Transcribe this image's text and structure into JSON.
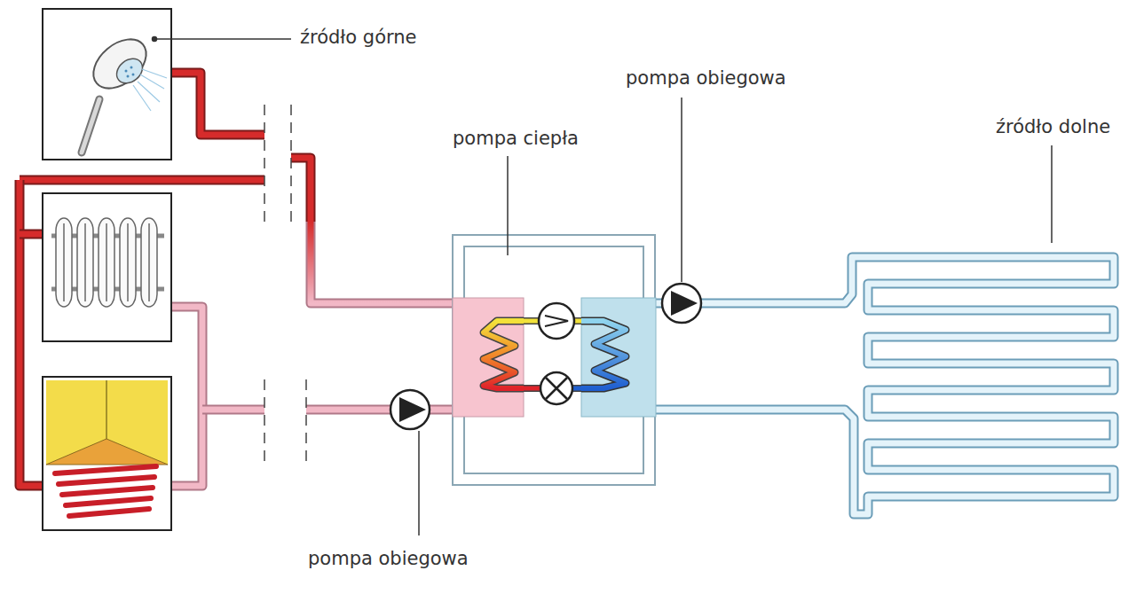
{
  "diagram": {
    "labels": [
      "źródło górne",
      "pompa obiegowa",
      "pompa ciepła",
      "źródło dolne",
      "pompa obiegowa"
    ]
  }
}
